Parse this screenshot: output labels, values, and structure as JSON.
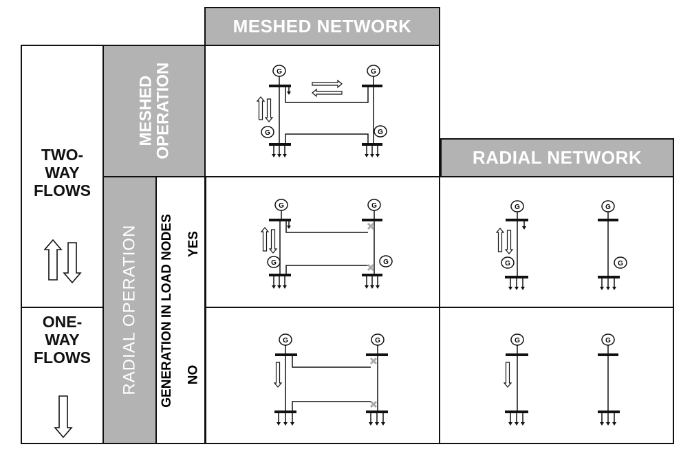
{
  "headers": {
    "meshed_network": "MESHED NETWORK",
    "radial_network": "RADIAL NETWORK"
  },
  "operations": {
    "meshed": [
      "MESHED",
      "OPERATION"
    ],
    "radial": "RADIAL OPERATION"
  },
  "generation_in_load_nodes": {
    "label": "GENERATION IN LOAD NODES",
    "yes": "YES",
    "no": "NO"
  },
  "flows": {
    "two_way": [
      "TWO-",
      "WAY",
      "FLOWS"
    ],
    "one_way": [
      "ONE-",
      "WAY",
      "FLOWS"
    ]
  },
  "generator_symbol": "G",
  "colors": {
    "header_fill": "#b3b3b3",
    "open_switch": "#aaaaaa",
    "line": "#111111"
  }
}
